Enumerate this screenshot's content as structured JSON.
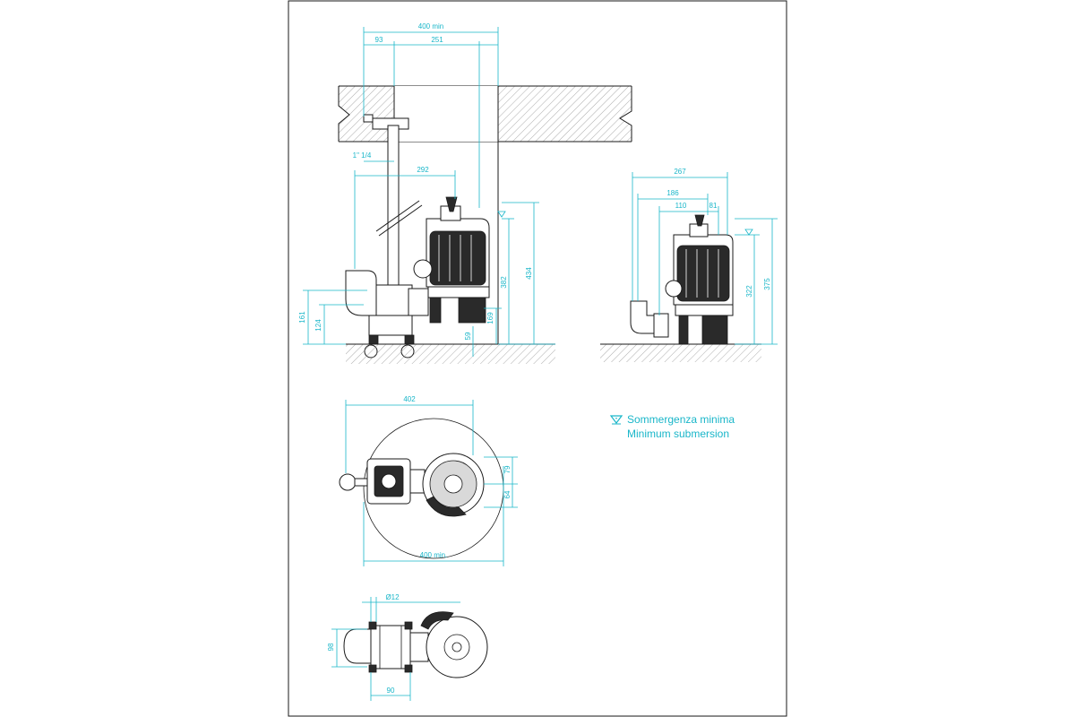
{
  "dimensions": {
    "side_top_total": "400 min",
    "side_top_left": "93",
    "side_top_right": "251",
    "pipe_size": "1\" 1/4",
    "side_width": "292",
    "side_h1": "161",
    "side_h2": "124",
    "side_h3": "59",
    "side_h4": "169",
    "side_h5": "382",
    "side_h6": "434",
    "right_w1": "267",
    "right_w2": "186",
    "right_w3": "110",
    "right_w4": "81",
    "right_h1": "322",
    "right_h2": "375",
    "plan_width": "402",
    "plan_bottom": "400 min.",
    "plan_v1": "79",
    "plan_v2": "64",
    "small_dia": "Ø12",
    "small_h": "98",
    "small_w": "90"
  },
  "legend": {
    "line1": "Sommergenza minima",
    "line2": "Minimum submersion"
  },
  "colors": {
    "dimension": "#19b6c9",
    "ink": "#1a1a1a"
  }
}
